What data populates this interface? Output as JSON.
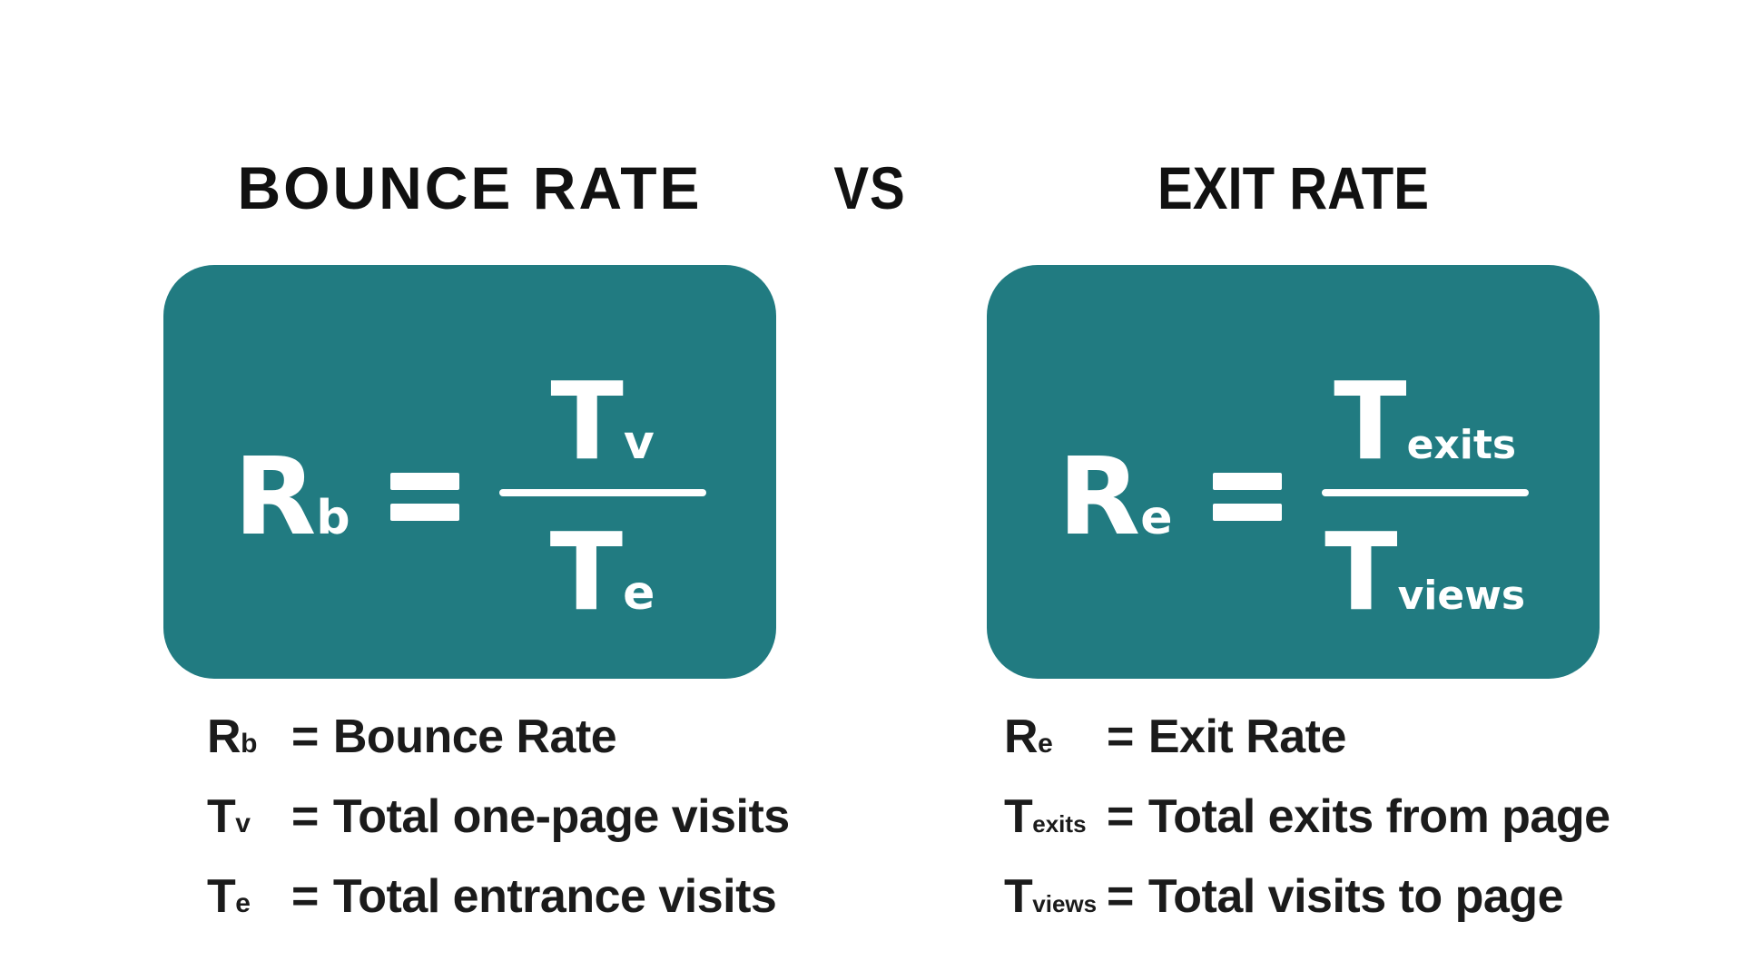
{
  "colors": {
    "card_teal": "#217b81",
    "formula_text": "#ffffff",
    "title_text": "#111111",
    "legend_text": "#1b1b1b",
    "background": "#ffffff"
  },
  "header": {
    "left_title": "BOUNCE RATE",
    "separator": "VS",
    "right_title": "EXIT RATE"
  },
  "bounce": {
    "formula": {
      "result_base": "R",
      "result_sub": "b",
      "equals": "=",
      "numerator_base": "T",
      "numerator_sub": "v",
      "denominator_base": "T",
      "denominator_sub": "e"
    },
    "legend": [
      {
        "sym_base": "R",
        "sym_sub": "b",
        "eq": "=",
        "desc": "Bounce Rate"
      },
      {
        "sym_base": "T",
        "sym_sub": "v",
        "eq": "=",
        "desc": "Total one-page visits"
      },
      {
        "sym_base": "T",
        "sym_sub": "e",
        "eq": "=",
        "desc": "Total entrance visits"
      }
    ]
  },
  "exit": {
    "formula": {
      "result_base": "R",
      "result_sub": "e",
      "equals": "=",
      "numerator_base": "T",
      "numerator_sub": "exits",
      "denominator_base": "T",
      "denominator_sub": "views"
    },
    "legend": [
      {
        "sym_base": "R",
        "sym_sub": "e",
        "eq": "=",
        "desc": "Exit Rate"
      },
      {
        "sym_base": "T",
        "sym_sub": "exits",
        "eq": "=",
        "desc": "Total exits from page"
      },
      {
        "sym_base": "T",
        "sym_sub": "views",
        "eq": "=",
        "desc": "Total visits to page"
      }
    ]
  }
}
